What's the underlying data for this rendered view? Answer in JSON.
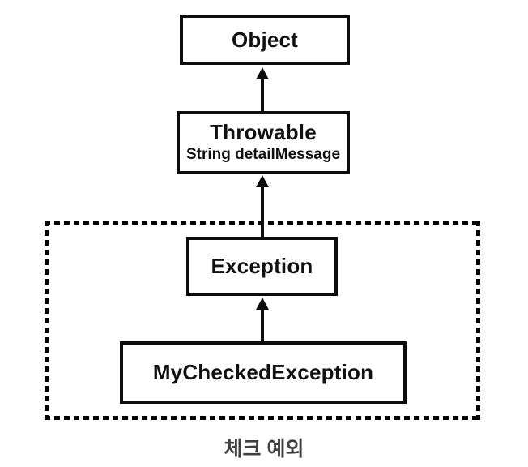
{
  "diagram": {
    "nodes": {
      "object": {
        "title": "Object"
      },
      "throwable": {
        "title": "Throwable",
        "field": "String detailMessage"
      },
      "exception": {
        "title": "Exception"
      },
      "my_checked_exception": {
        "title": "MyCheckedException"
      }
    },
    "edges": [
      {
        "from": "Throwable",
        "to": "Object",
        "style": "solid-arrow-up"
      },
      {
        "from": "Exception",
        "to": "Throwable",
        "style": "solid-arrow-up"
      },
      {
        "from": "MyCheckedException",
        "to": "Exception",
        "style": "solid-arrow-up"
      }
    ],
    "group": {
      "label": "체크 예외",
      "contains": [
        "Exception",
        "MyCheckedException"
      ],
      "border_style": "dotted"
    },
    "colors": {
      "box_border": "#0d0d0d",
      "background": "#ffffff",
      "node_text": "#111111",
      "caption_text": "#3f3f3f"
    }
  }
}
